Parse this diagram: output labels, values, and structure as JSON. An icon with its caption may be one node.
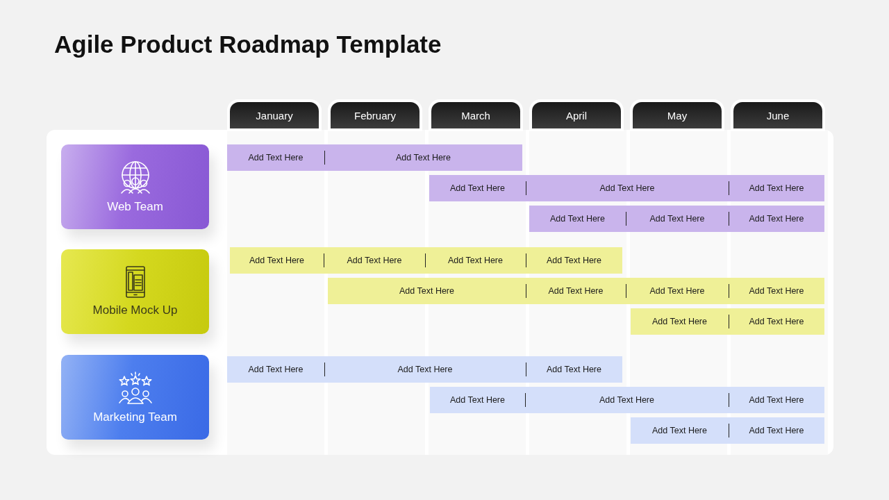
{
  "diagram": {
    "title": "Agile Product Roadmap Template",
    "nodes": [
      {
        "text": [
          "January"
        ]
      },
      {
        "text": [
          "February"
        ]
      },
      {
        "text": [
          "March"
        ]
      },
      {
        "text": [
          "April"
        ]
      },
      {
        "text": [
          "May"
        ]
      },
      {
        "text": [
          "June"
        ]
      },
      {
        "text": [
          "Web Team"
        ]
      },
      {
        "text": [
          "Add Text Here",
          "Add Text Here"
        ]
      },
      {
        "text": [
          "Add Text Here",
          "Add Text Here",
          "Add Text Here"
        ]
      },
      {
        "text": [
          "Add Text Here",
          "Add Text Here",
          "Add Text Here"
        ]
      },
      {
        "text": [
          "Mobile Mock Up"
        ]
      },
      {
        "text": [
          "Add Text Here",
          "Add Text Here",
          "Add Text Here",
          "Add Text Here"
        ]
      },
      {
        "text": [
          "Add Text Here",
          "Add Text Here",
          "Add Text Here",
          "Add Text Here"
        ]
      },
      {
        "text": [
          "Add Text Here",
          "Add Text Here"
        ]
      },
      {
        "text": [
          "Marketing Team"
        ]
      },
      {
        "text": [
          "Add Text Here",
          "Add Text Here",
          "Add Text Here"
        ]
      },
      {
        "text": [
          "Add Text Here",
          "Add Text Here",
          "Add Text Here"
        ]
      },
      {
        "text": [
          "Add Text Here",
          "Add Text Here"
        ]
      }
    ]
  }
}
